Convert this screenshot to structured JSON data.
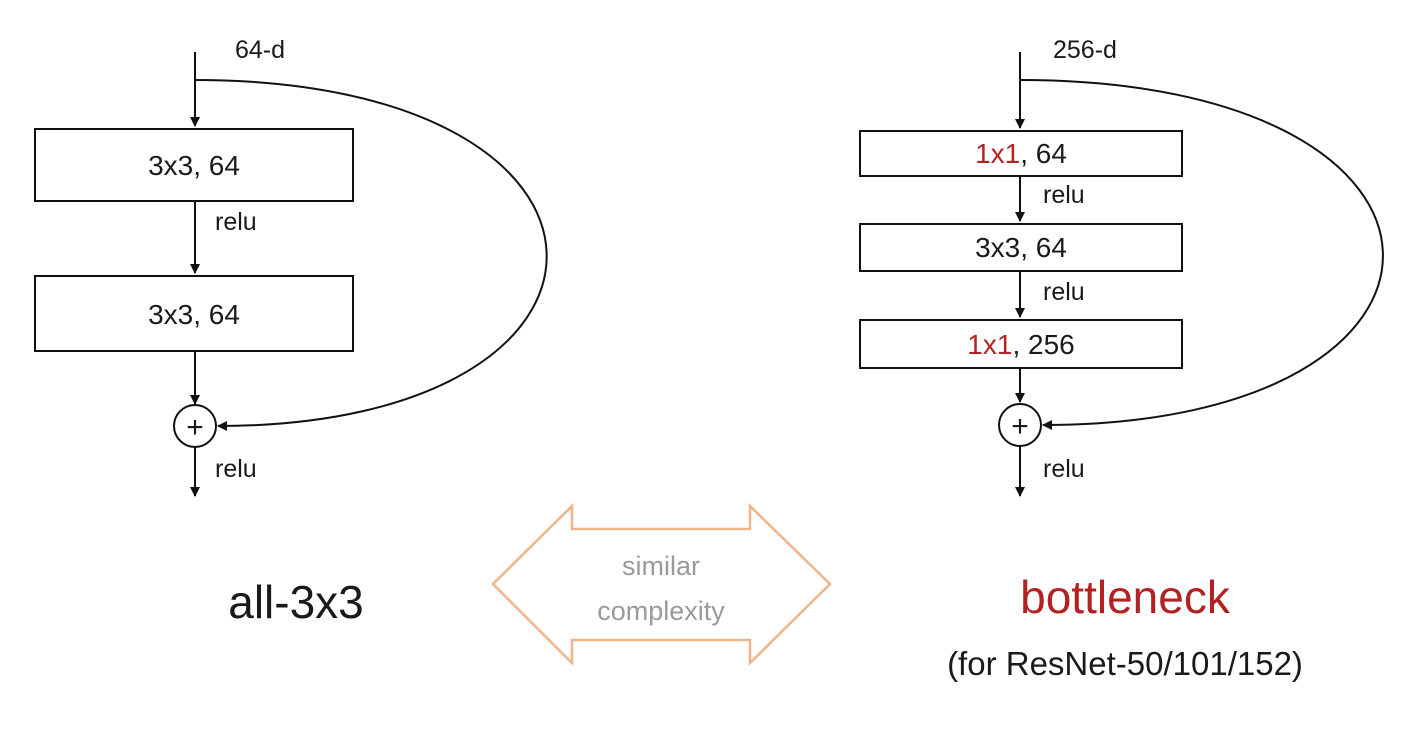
{
  "left_block": {
    "input_label": "64-d",
    "layers": [
      {
        "kernel": "3x3",
        "rest": ", 64"
      },
      {
        "kernel": "3x3",
        "rest": ", 64"
      }
    ],
    "relu_labels": [
      "relu",
      "relu"
    ],
    "add_symbol": "+",
    "caption": "all-3x3"
  },
  "right_block": {
    "input_label": "256-d",
    "layers": [
      {
        "kernel": "1x1",
        "rest": ", 64"
      },
      {
        "kernel": "3x3",
        "rest": ", 64"
      },
      {
        "kernel": "1x1",
        "rest": ", 256"
      }
    ],
    "relu_labels": [
      "relu",
      "relu",
      "relu"
    ],
    "add_symbol": "+",
    "caption": "bottleneck",
    "subcaption": "(for ResNet-50/101/152)"
  },
  "comparison": {
    "line1": "similar",
    "line2": "complexity"
  },
  "colors": {
    "highlight": "#b22222",
    "arrow_outline": "#f0b48a",
    "comparison_text": "#9a9a9a"
  },
  "icons": {
    "add": "circle-plus-icon",
    "comparison": "double-arrow-icon"
  }
}
